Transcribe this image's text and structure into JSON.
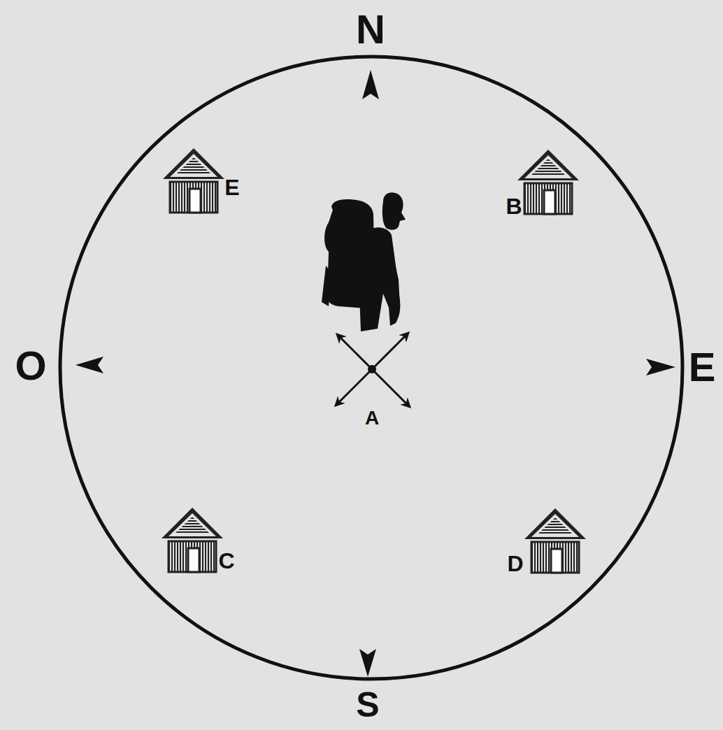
{
  "diagram": {
    "labels": [
      "N",
      "E",
      "B",
      "O",
      "E",
      "A",
      "C",
      "D",
      "S"
    ]
  }
}
